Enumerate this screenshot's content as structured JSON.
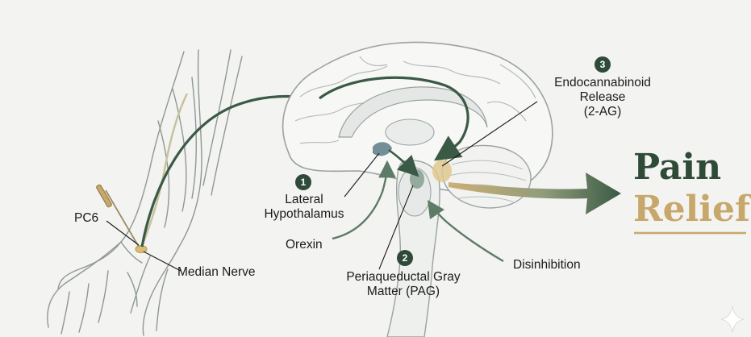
{
  "colors": {
    "background": "#f3f3f1",
    "pathway_green": "#3a5a45",
    "relief_gold": "#c8a76a",
    "ink": "#1b1b1b",
    "badge": "#2e4a38"
  },
  "icons": [
    "acupuncture-needle-icon",
    "sparkle-icon"
  ],
  "steps": [
    {
      "number": "1",
      "label": "Lateral\nHypothalamus"
    },
    {
      "number": "2",
      "label": "Periaqueductal Gray\nMatter (PAG)"
    },
    {
      "number": "3",
      "label": "Endocannabinoid\nRelease\n(2-AG)"
    }
  ],
  "labels": {
    "pc6": "PC6",
    "median_nerve": "Median Nerve",
    "orexin": "Orexin",
    "disinhibition": "Disinhibition"
  },
  "outcome": {
    "line1": "Pain",
    "line2": "Relief"
  }
}
